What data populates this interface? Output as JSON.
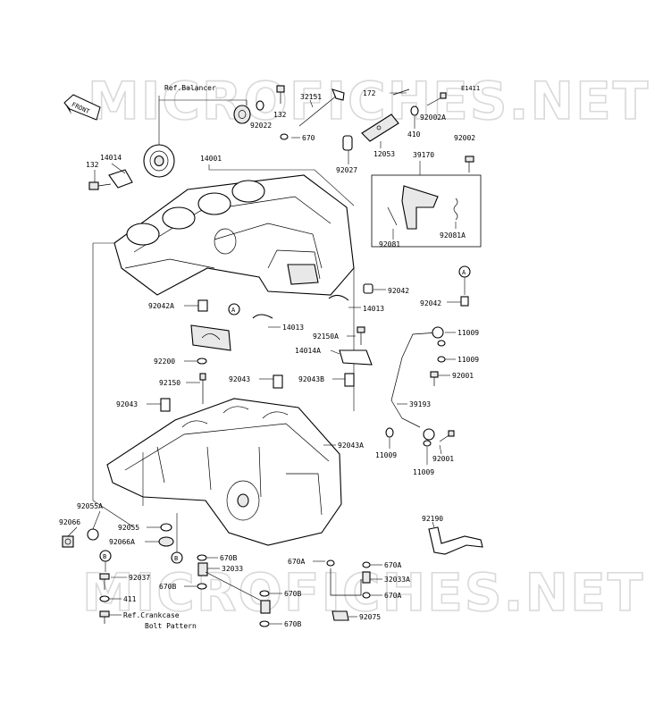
{
  "watermark": "MICROFICHES.NET",
  "figure_id": "E1411",
  "front_label": "FRONT",
  "reference_notes": {
    "balancer": "Ref.Balancer",
    "crankcase_line1": "Ref.Crankcase",
    "crankcase_line2": "Bolt Pattern"
  },
  "reference_markers": [
    "A",
    "B"
  ],
  "part_numbers": [
    "132",
    "92022",
    "32151",
    "670",
    "172",
    "92002A",
    "410",
    "12053",
    "92027",
    "92002",
    "39170",
    "92081",
    "92081A",
    "14014",
    "132",
    "14001",
    "92042",
    "92042A",
    "14013",
    "14013",
    "92042",
    "92150A",
    "14014A",
    "11009",
    "11009",
    "92001",
    "92200",
    "92043",
    "92043B",
    "92150",
    "92043",
    "39193",
    "11009",
    "92001",
    "92043A",
    "11009",
    "92055A",
    "92066",
    "92055",
    "92066A",
    "92190",
    "670B",
    "32033",
    "670A",
    "670A",
    "92037",
    "670B",
    "670B",
    "32033A",
    "670A",
    "411",
    "92075",
    "670B"
  ]
}
